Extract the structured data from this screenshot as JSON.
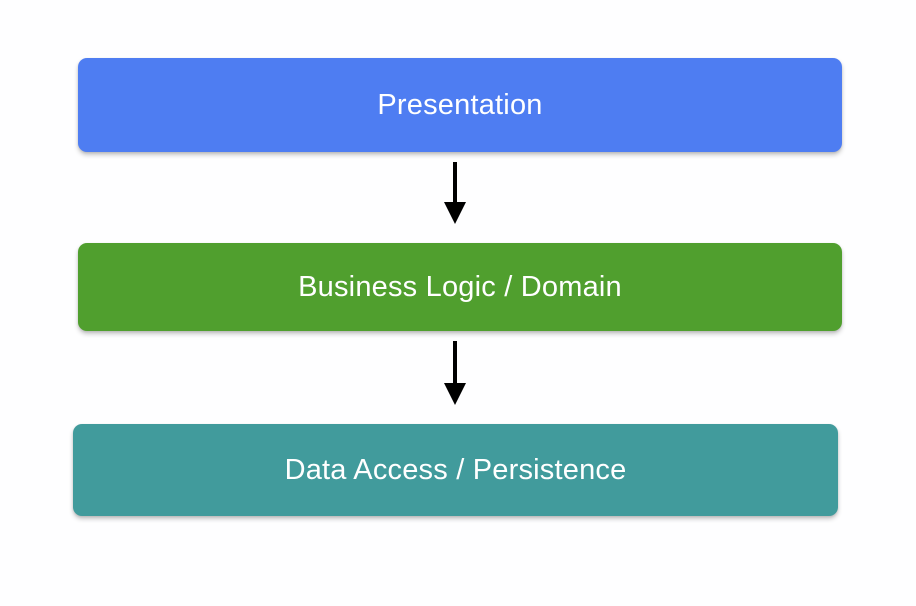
{
  "diagram": {
    "type": "layered-architecture-flow",
    "background_color": "#fefeff",
    "orientation": "vertical-top-down",
    "layers": [
      {
        "id": "presentation",
        "label": "Presentation",
        "color": "#4e7df2",
        "text_color": "#ffffff",
        "order": 1
      },
      {
        "id": "business-logic",
        "label": "Business Logic / Domain",
        "color": "#509f2e",
        "text_color": "#ffffff",
        "order": 2
      },
      {
        "id": "data-access",
        "label": "Data Access / Persistence",
        "color": "#419b9c",
        "text_color": "#ffffff",
        "order": 3
      }
    ],
    "connectors": [
      {
        "id": "presentation-to-business",
        "from": "presentation",
        "to": "business-logic",
        "style": "solid-arrow",
        "color": "#000000"
      },
      {
        "id": "business-to-data",
        "from": "business-logic",
        "to": "data-access",
        "style": "solid-arrow",
        "color": "#000000"
      }
    ]
  }
}
